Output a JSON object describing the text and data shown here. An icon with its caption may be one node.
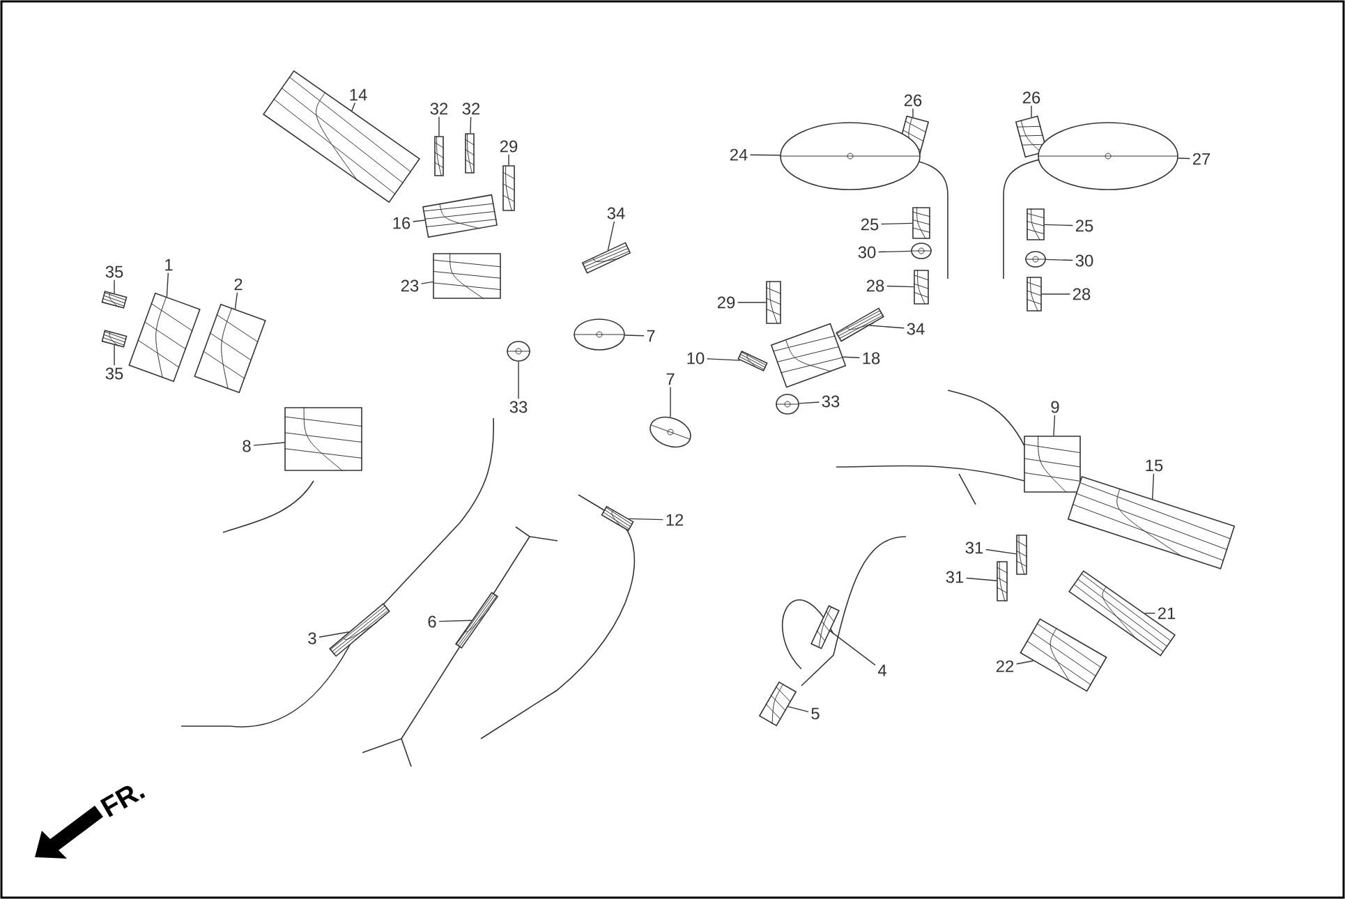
{
  "diagram": {
    "nodes": [
      {
        "text": [
          "14"
        ]
      },
      {
        "text": [
          "32"
        ]
      },
      {
        "text": [
          "32"
        ]
      },
      {
        "text": [
          "29"
        ]
      },
      {
        "text": [
          "16"
        ]
      },
      {
        "text": [
          "23"
        ]
      },
      {
        "text": [
          "34"
        ]
      },
      {
        "text": [
          "1"
        ]
      },
      {
        "text": [
          "2"
        ]
      },
      {
        "text": [
          "35"
        ]
      },
      {
        "text": [
          "35"
        ]
      },
      {
        "text": [
          "8"
        ]
      },
      {
        "text": [
          "33"
        ]
      },
      {
        "text": [
          "7"
        ]
      },
      {
        "text": [
          "7"
        ]
      },
      {
        "text": [
          "33"
        ]
      },
      {
        "text": [
          "3"
        ]
      },
      {
        "text": [
          "6"
        ]
      },
      {
        "text": [
          "12"
        ]
      },
      {
        "text": [
          "26"
        ]
      },
      {
        "text": [
          "24"
        ]
      },
      {
        "text": [
          "25"
        ]
      },
      {
        "text": [
          "30"
        ]
      },
      {
        "text": [
          "28"
        ]
      },
      {
        "text": [
          "26"
        ]
      },
      {
        "text": [
          "27"
        ]
      },
      {
        "text": [
          "25"
        ]
      },
      {
        "text": [
          "30"
        ]
      },
      {
        "text": [
          "28"
        ]
      },
      {
        "text": [
          "29"
        ]
      },
      {
        "text": [
          "10"
        ]
      },
      {
        "text": [
          "18"
        ]
      },
      {
        "text": [
          "34"
        ]
      },
      {
        "text": [
          "9"
        ]
      },
      {
        "text": [
          "15"
        ]
      },
      {
        "text": [
          "31"
        ]
      },
      {
        "text": [
          "31"
        ]
      },
      {
        "text": [
          "21"
        ]
      },
      {
        "text": [
          "22"
        ]
      },
      {
        "text": [
          "4"
        ]
      },
      {
        "text": [
          "5"
        ]
      },
      {
        "text": [],
        "shape": "picture"
      },
      {
        "text": [],
        "shape": "picture"
      },
      {
        "text": [],
        "shape": "picture"
      },
      {
        "text": [],
        "shape": "picture"
      },
      {
        "text": [],
        "shape": "picture"
      },
      {
        "text": [],
        "shape": "picture"
      },
      {
        "text": [],
        "shape": "picture"
      },
      {
        "text": [],
        "shape": "picture"
      },
      {
        "text": [],
        "shape": "picture"
      },
      {
        "text": [],
        "shape": "picture"
      },
      {
        "text": [],
        "shape": "picture"
      },
      {
        "text": [],
        "shape": "picture"
      },
      {
        "text": [],
        "shape": "picture"
      },
      {
        "text": [],
        "shape": "picture"
      },
      {
        "text": [],
        "shape": "picture"
      },
      {
        "text": [],
        "shape": "picture"
      },
      {
        "text": [],
        "shape": "picture"
      },
      {
        "text": [],
        "shape": "picture"
      },
      {
        "text": [],
        "shape": "picture"
      },
      {
        "text": [],
        "shape": "picture"
      },
      {
        "text": [],
        "shape": "picture"
      },
      {
        "text": [],
        "shape": "picture"
      },
      {
        "text": [],
        "shape": "picture"
      },
      {
        "text": [],
        "shape": "picture"
      },
      {
        "text": [],
        "shape": "picture"
      },
      {
        "text": [],
        "shape": "picture"
      },
      {
        "text": [],
        "shape": "picture"
      },
      {
        "text": [],
        "shape": "picture"
      },
      {
        "text": [],
        "shape": "picture"
      },
      {
        "text": [],
        "shape": "picture"
      },
      {
        "text": [],
        "shape": "picture"
      },
      {
        "text": [],
        "shape": "picture"
      },
      {
        "text": [],
        "shape": "picture"
      },
      {
        "text": [],
        "shape": "picture"
      },
      {
        "text": [],
        "shape": "picture"
      },
      {
        "text": [],
        "shape": "picture"
      },
      {
        "text": [],
        "shape": "picture"
      },
      {
        "text": [],
        "shape": "picture"
      },
      {
        "text": [],
        "shape": "picture"
      },
      {
        "text": [],
        "shape": "picture"
      },
      {
        "text": [],
        "shape": "picture"
      }
    ],
    "edges": [
      {
        "from": 0,
        "to": 41,
        "arrow": "none"
      },
      {
        "from": 1,
        "to": 42,
        "arrow": "none"
      },
      {
        "from": 2,
        "to": 43,
        "arrow": "none"
      },
      {
        "from": 3,
        "to": 44,
        "arrow": "none"
      },
      {
        "from": 4,
        "to": 45,
        "arrow": "none"
      },
      {
        "from": 5,
        "to": 46,
        "arrow": "none"
      },
      {
        "from": 6,
        "to": 47,
        "arrow": "none"
      },
      {
        "from": 7,
        "to": 48,
        "arrow": "none"
      },
      {
        "from": 8,
        "to": 49,
        "arrow": "none"
      },
      {
        "from": 9,
        "to": 50,
        "arrow": "none"
      },
      {
        "from": 10,
        "to": 51,
        "arrow": "none"
      },
      {
        "from": 11,
        "to": 52,
        "arrow": "none"
      },
      {
        "from": 12,
        "to": 53,
        "arrow": "none"
      },
      {
        "from": 13,
        "to": 54,
        "arrow": "none"
      },
      {
        "from": 14,
        "to": 55,
        "arrow": "none"
      },
      {
        "from": 15,
        "to": 56,
        "arrow": "none"
      },
      {
        "from": 16,
        "to": 57,
        "arrow": "none"
      },
      {
        "from": 17,
        "to": 58,
        "arrow": "none"
      },
      {
        "from": 18,
        "to": 59,
        "arrow": "none"
      },
      {
        "from": 19,
        "to": 60,
        "arrow": "none"
      },
      {
        "from": 20,
        "to": 61,
        "arrow": "none"
      },
      {
        "from": 21,
        "to": 62,
        "arrow": "none"
      },
      {
        "from": 22,
        "to": 63,
        "arrow": "none"
      },
      {
        "from": 23,
        "to": 64,
        "arrow": "none"
      },
      {
        "from": 24,
        "to": 65,
        "arrow": "none"
      },
      {
        "from": 25,
        "to": 66,
        "arrow": "none"
      },
      {
        "from": 26,
        "to": 67,
        "arrow": "none"
      },
      {
        "from": 27,
        "to": 68,
        "arrow": "none"
      },
      {
        "from": 28,
        "to": 69,
        "arrow": "none"
      },
      {
        "from": 29,
        "to": 70,
        "arrow": "none"
      },
      {
        "from": 30,
        "to": 71,
        "arrow": "none"
      },
      {
        "from": 31,
        "to": 72,
        "arrow": "none"
      },
      {
        "from": 32,
        "to": 73,
        "arrow": "none"
      },
      {
        "from": 33,
        "to": 74,
        "arrow": "none"
      },
      {
        "from": 34,
        "to": 75,
        "arrow": "none"
      },
      {
        "from": 35,
        "to": 76,
        "arrow": "none"
      },
      {
        "from": 36,
        "to": 77,
        "arrow": "none"
      },
      {
        "from": 37,
        "to": 78,
        "arrow": "none"
      },
      {
        "from": 38,
        "to": 79,
        "arrow": "none"
      },
      {
        "from": 39,
        "to": 80,
        "arrow": "none"
      },
      {
        "from": 40,
        "to": 81,
        "arrow": "none"
      }
    ],
    "labels": [
      "FR."
    ]
  }
}
